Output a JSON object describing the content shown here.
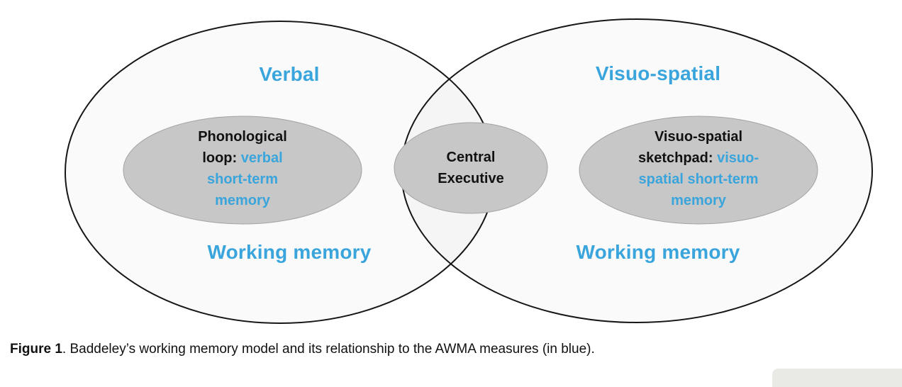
{
  "diagram": {
    "left_circle": {
      "top_label": "Verbal",
      "bottom_label": "Working memory",
      "inner": {
        "black_text": "Phonological loop:",
        "blue_text": "verbal short-term memory"
      }
    },
    "center": {
      "label": "Central Executive"
    },
    "right_circle": {
      "top_label": "Visuo-spatial",
      "bottom_label": "Working memory",
      "inner": {
        "black_text": "Visuo-spatial sketchpad:",
        "blue_text": "visuo-spatial short-term memory"
      }
    },
    "colors": {
      "accent_blue": "#3AA5DC",
      "ellipse_gray": "#C7C7C7"
    }
  },
  "caption": {
    "label": "Figure 1",
    "text": ". Baddeley’s working memory model and its relationship to the AWMA measures (in blue)."
  }
}
